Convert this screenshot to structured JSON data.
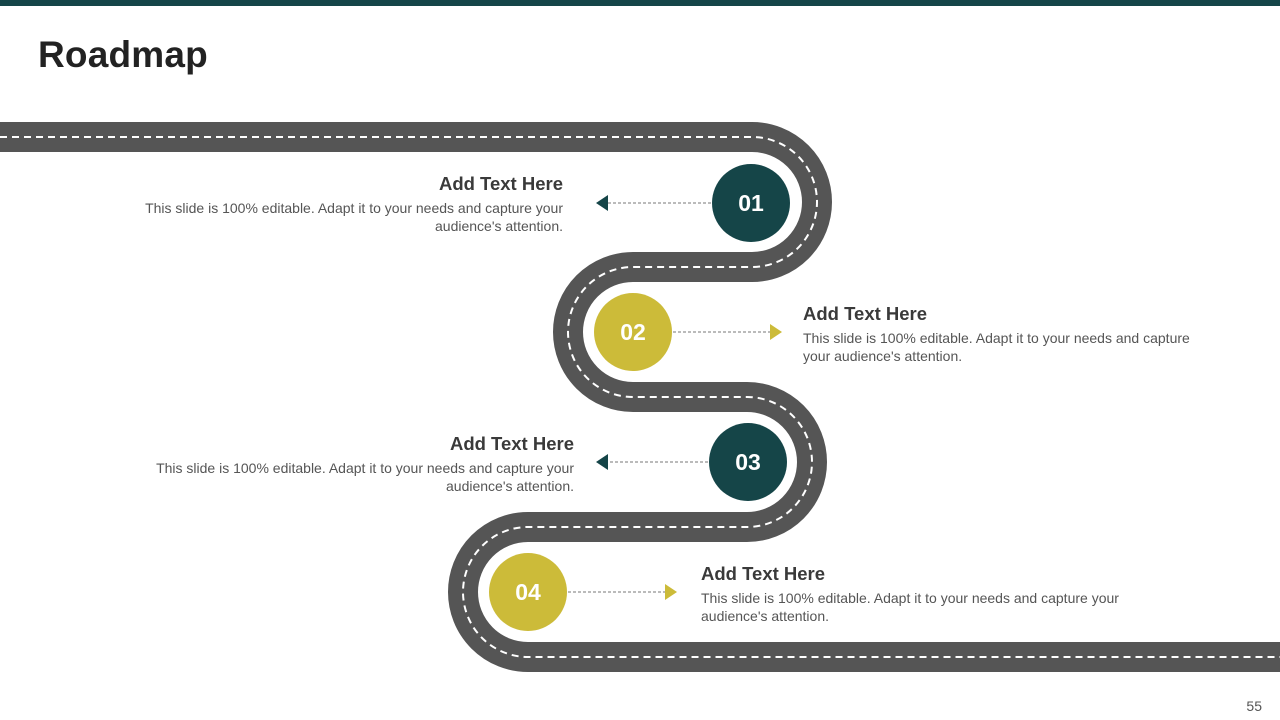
{
  "title": "Roadmap",
  "page_number": "55",
  "colors": {
    "dark": "#154548",
    "gold": "#ccbb39",
    "road": "#555555"
  },
  "milestones": [
    {
      "number": "01",
      "heading": "Add Text Here",
      "body": "This slide is 100% editable. Adapt it to your needs and capture your audience's attention.",
      "color": "dark",
      "side": "left"
    },
    {
      "number": "02",
      "heading": "Add Text Here",
      "body": "This slide is 100% editable. Adapt it to your needs and capture your audience's attention.",
      "color": "gold",
      "side": "right"
    },
    {
      "number": "03",
      "heading": "Add Text Here",
      "body": "This slide is 100% editable. Adapt it to your needs and capture your audience's attention.",
      "color": "dark",
      "side": "left"
    },
    {
      "number": "04",
      "heading": "Add Text Here",
      "body": "This slide is 100% editable. Adapt it to your needs and capture your audience's attention.",
      "color": "gold",
      "side": "right"
    }
  ]
}
